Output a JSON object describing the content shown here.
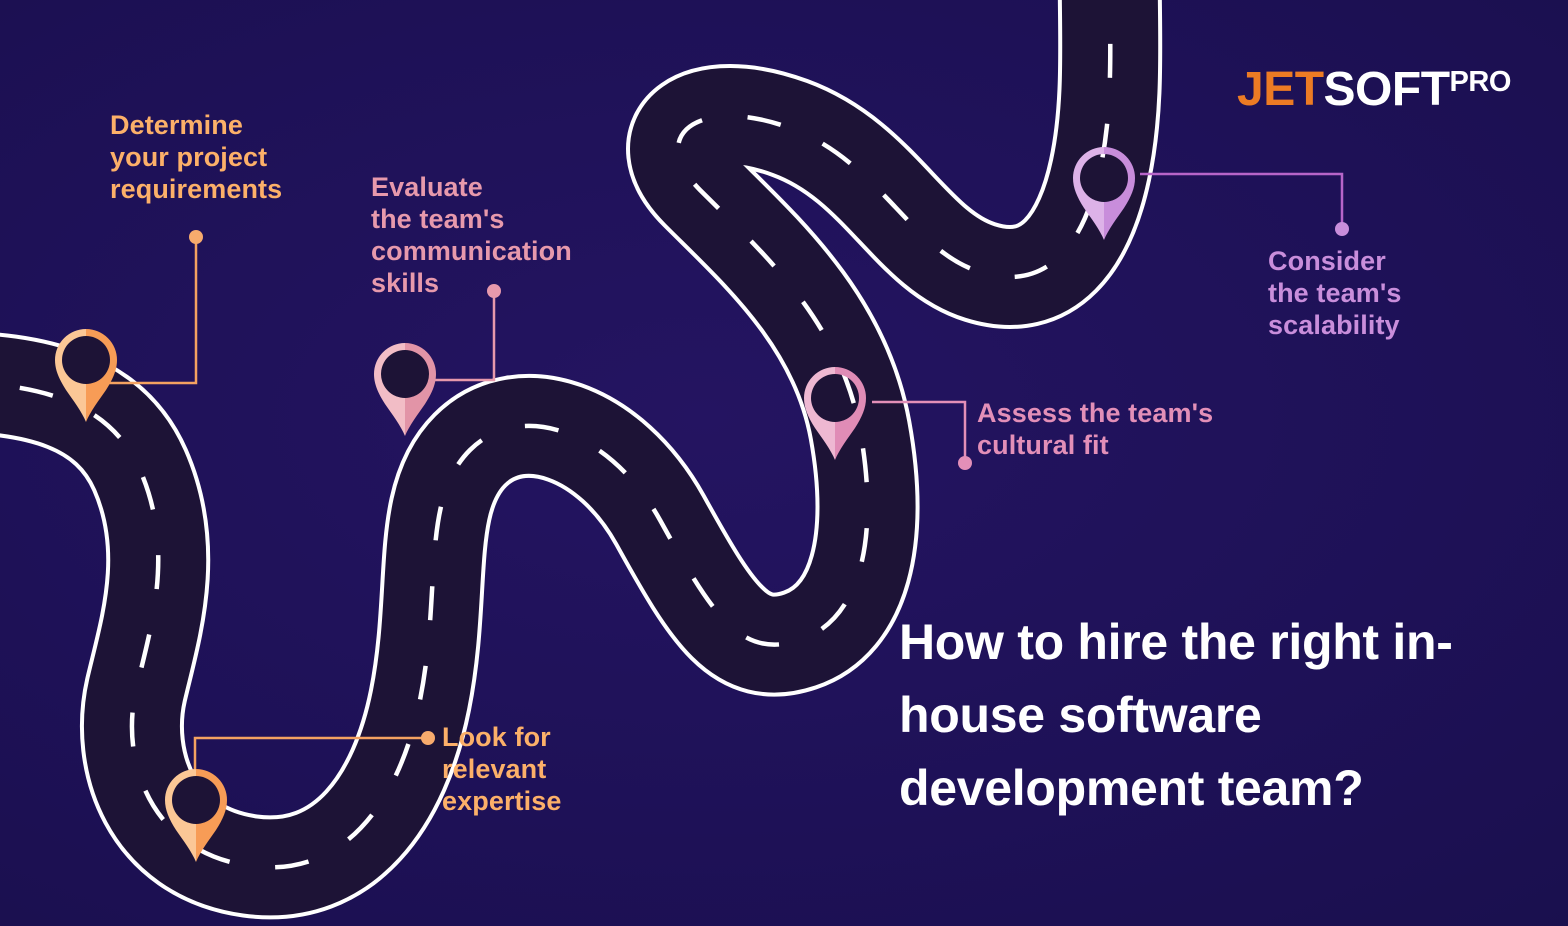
{
  "brand": {
    "logo_part1": "JET",
    "logo_part2": "SOFT",
    "logo_part3": "PRO",
    "logo_color_1": "#ec7b24",
    "logo_color_2": "#ffffff"
  },
  "title": "How to hire the right in-house software development team?",
  "background_color": "#1a1050",
  "road": {
    "surface_color": "#1d1336",
    "edge_color": "#ffffff",
    "dash_color": "#ffffff"
  },
  "steps": [
    {
      "id": "determine-requirements",
      "label": "Determine\nyour project\nrequirements",
      "color": "#fcb069",
      "pin_light": "#fbc796",
      "pin_dark": "#f79c56",
      "marker_style": "solid-hole"
    },
    {
      "id": "evaluate-communication",
      "label": "Evaluate\nthe team's\ncommunication\nskills",
      "color": "#e799ac",
      "pin_light": "#f2bdc6",
      "pin_dark": "#e294a7",
      "marker_style": "solid-hole"
    },
    {
      "id": "look-expertise",
      "label": "Look for\nrelevant\nexpertise",
      "color": "#fcb069",
      "pin_light": "#fbc796",
      "pin_dark": "#f79c56",
      "marker_style": "solid-hole"
    },
    {
      "id": "assess-cultural-fit",
      "label": "Assess the team's\ncultural fit",
      "color": "#e38fb8",
      "pin_light": "#eeb8d2",
      "pin_dark": "#e08cb6",
      "marker_style": "transparent-hole"
    },
    {
      "id": "consider-scalability",
      "label": "Consider\nthe team's\nscalability",
      "color": "#c98edb",
      "pin_light": "#ddb2e8",
      "pin_dark": "#c88ddb",
      "marker_style": "transparent-hole"
    }
  ]
}
